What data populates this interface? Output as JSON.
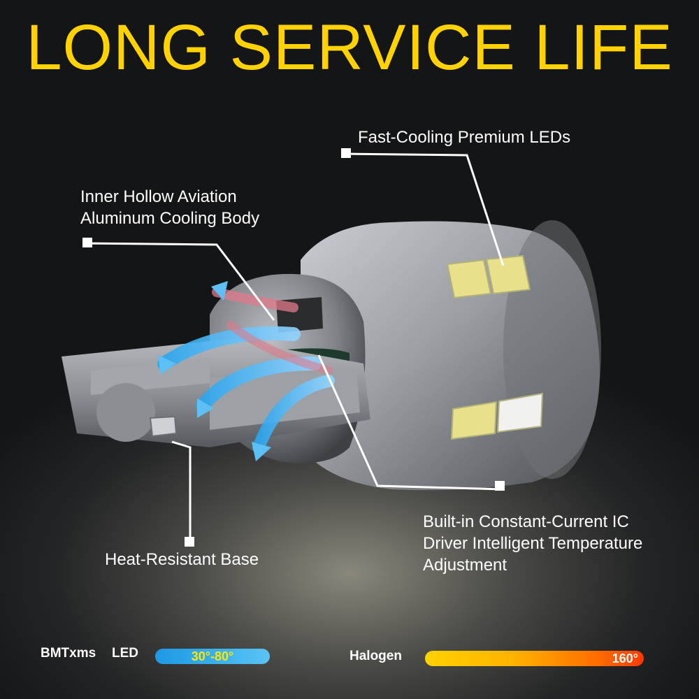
{
  "headline": "LONG SERVICE LIFE",
  "callouts": {
    "leds": "Fast-Cooling Premium LEDs",
    "body_line1": "Inner Hollow Aviation",
    "body_line2": "Aluminum Cooling Body",
    "ic_line1": "Built-in Constant-Current IC",
    "ic_line2": "Driver Intelligent Temperature",
    "ic_line3": "Adjustment",
    "base": "Heat-Resistant Base"
  },
  "legend": {
    "led_brand": "BMTxms",
    "led_word": "LED",
    "led_range": "30°-80°",
    "halogen_name": "Halogen",
    "halogen_temp": "160°"
  },
  "colors": {
    "headline": "#ffd200",
    "led_bar": "#3db3f0",
    "halogen_bar_start": "#ffd200",
    "halogen_bar_end": "#ff3a00",
    "led_chip": "#e8e08a"
  }
}
